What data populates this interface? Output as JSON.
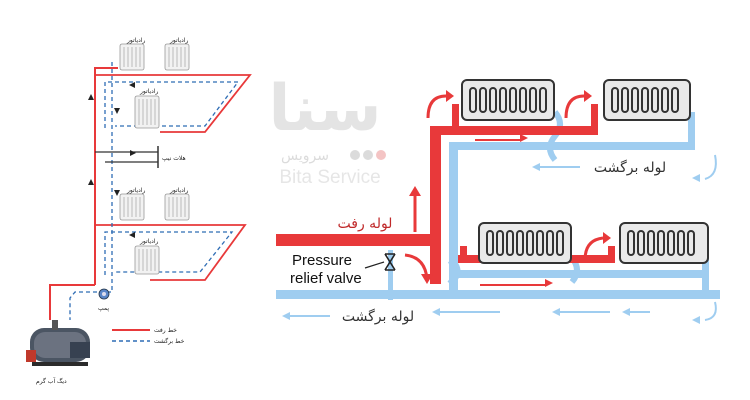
{
  "left_diagram": {
    "radiator_label": "رادیاتور",
    "bathroom_label": "هلات نیپ",
    "pump_label": "پمپ",
    "boiler_label": "دیگ آب گرم",
    "legend_supply": "خط رفت",
    "legend_return": "خط برگشت"
  },
  "watermark": {
    "logo_text": "سنا",
    "subtitle_fa": "سرویس",
    "subtitle_en": "Bita Service"
  },
  "right_diagram": {
    "supply_label": "لوله رفت",
    "return_label_upper": "لوله برگشت",
    "return_label_lower": "لوله برگشت",
    "valve_line1": "Pressure",
    "valve_line2": "relief valve"
  },
  "colors": {
    "supply": "#e8393a",
    "return": "#9fcdf0",
    "dashed_return": "#2f6db5",
    "radiator_body": "#e9e9e9",
    "radiator_outline": "#333333"
  },
  "icons": [
    "radiator-icon",
    "pump-icon",
    "boiler-icon",
    "valve-icon",
    "arrow-icon"
  ]
}
